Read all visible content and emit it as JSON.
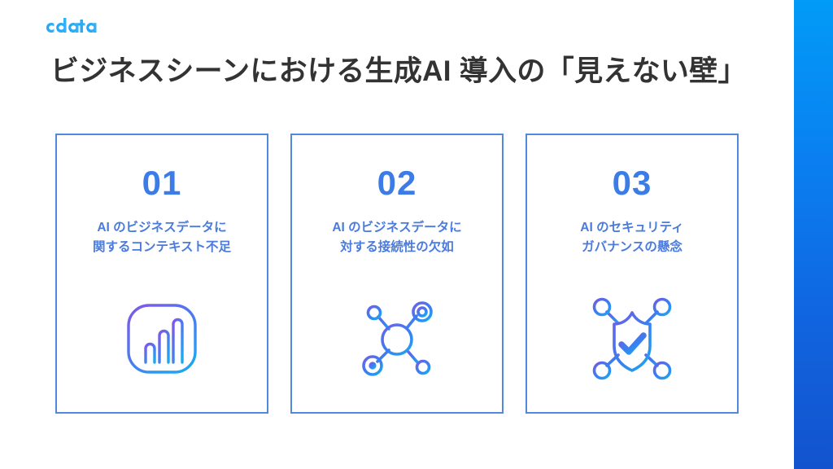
{
  "brand": {
    "logo_text": "cdata",
    "logo_color": "#22A7F5",
    "accent_top": "#029BF7",
    "accent_bottom": "#1353CE"
  },
  "slide": {
    "title": "ビジネスシーンにおける生成AI 導入の「見えない壁」",
    "title_color": "#333333",
    "background": "#FFFFFF"
  },
  "cards": [
    {
      "number": "01",
      "text": "AI のビジネスデータに\n関するコンテキスト不足",
      "icon": "bar-chart-rounded-square-icon",
      "number_color": "#3B7CE6",
      "text_color": "#4A7BDD",
      "border_color": "#5189E0"
    },
    {
      "number": "02",
      "text": "AI のビジネスデータに\n対する接続性の欠如",
      "icon": "network-nodes-icon",
      "number_color": "#3B7CE6",
      "text_color": "#4A7BDD",
      "border_color": "#5189E0"
    },
    {
      "number": "03",
      "text": "AI のセキュリティ\nガバナンスの懸念",
      "icon": "shield-check-network-icon",
      "number_color": "#3B7CE6",
      "text_color": "#4A7BDD",
      "border_color": "#5189E0"
    }
  ]
}
